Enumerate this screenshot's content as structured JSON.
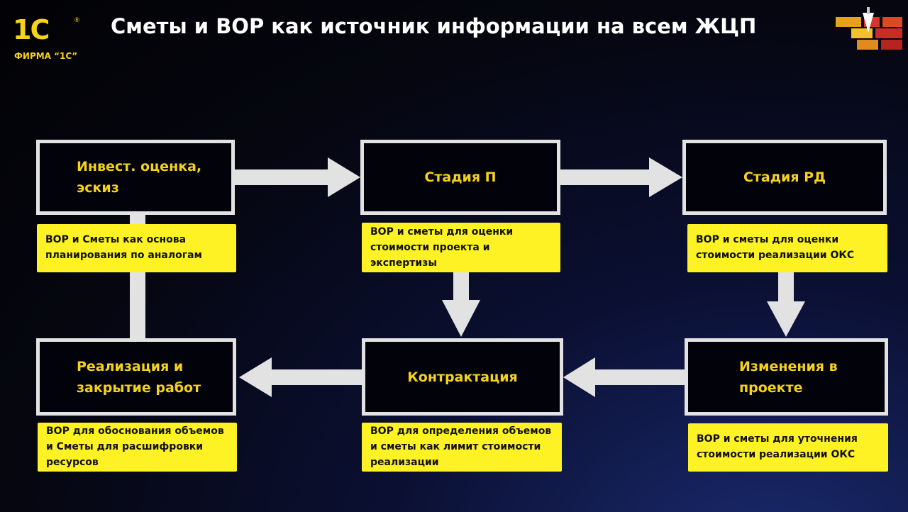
{
  "header": {
    "logo_main": "1С",
    "logo_sub": "ФИРМА “1С”",
    "title": "Сметы и ВОР как источник информации на всем ЖЦП"
  },
  "stages": {
    "invest": "Инвест. оценка, эскиз",
    "stage_p": "Стадия П",
    "stage_rd": "Стадия РД",
    "realization": "Реализация и закрытие работ",
    "contracting": "Контрактация",
    "changes": "Изменения в проекте"
  },
  "notes": {
    "invest": "ВОР и Сметы как основа планирования по аналогам",
    "stage_p": "ВОР и сметы для оценки стоимости проекта и экспертизы",
    "stage_rd": "ВОР и сметы для оценки стоимости реализации ОКС",
    "realization": "ВОР для обоснования объемов и Сметы для расшифровки ресурсов",
    "contracting": "ВОР для определения объемов и сметы как лимит стоимости реализации",
    "changes": "ВОР и сметы для уточнения стоимости реализации ОКС"
  },
  "colors": {
    "background": "#05060f",
    "accent_yellow": "#fff224",
    "stage_text": "#f6d21c",
    "border": "#e2e2e2"
  }
}
